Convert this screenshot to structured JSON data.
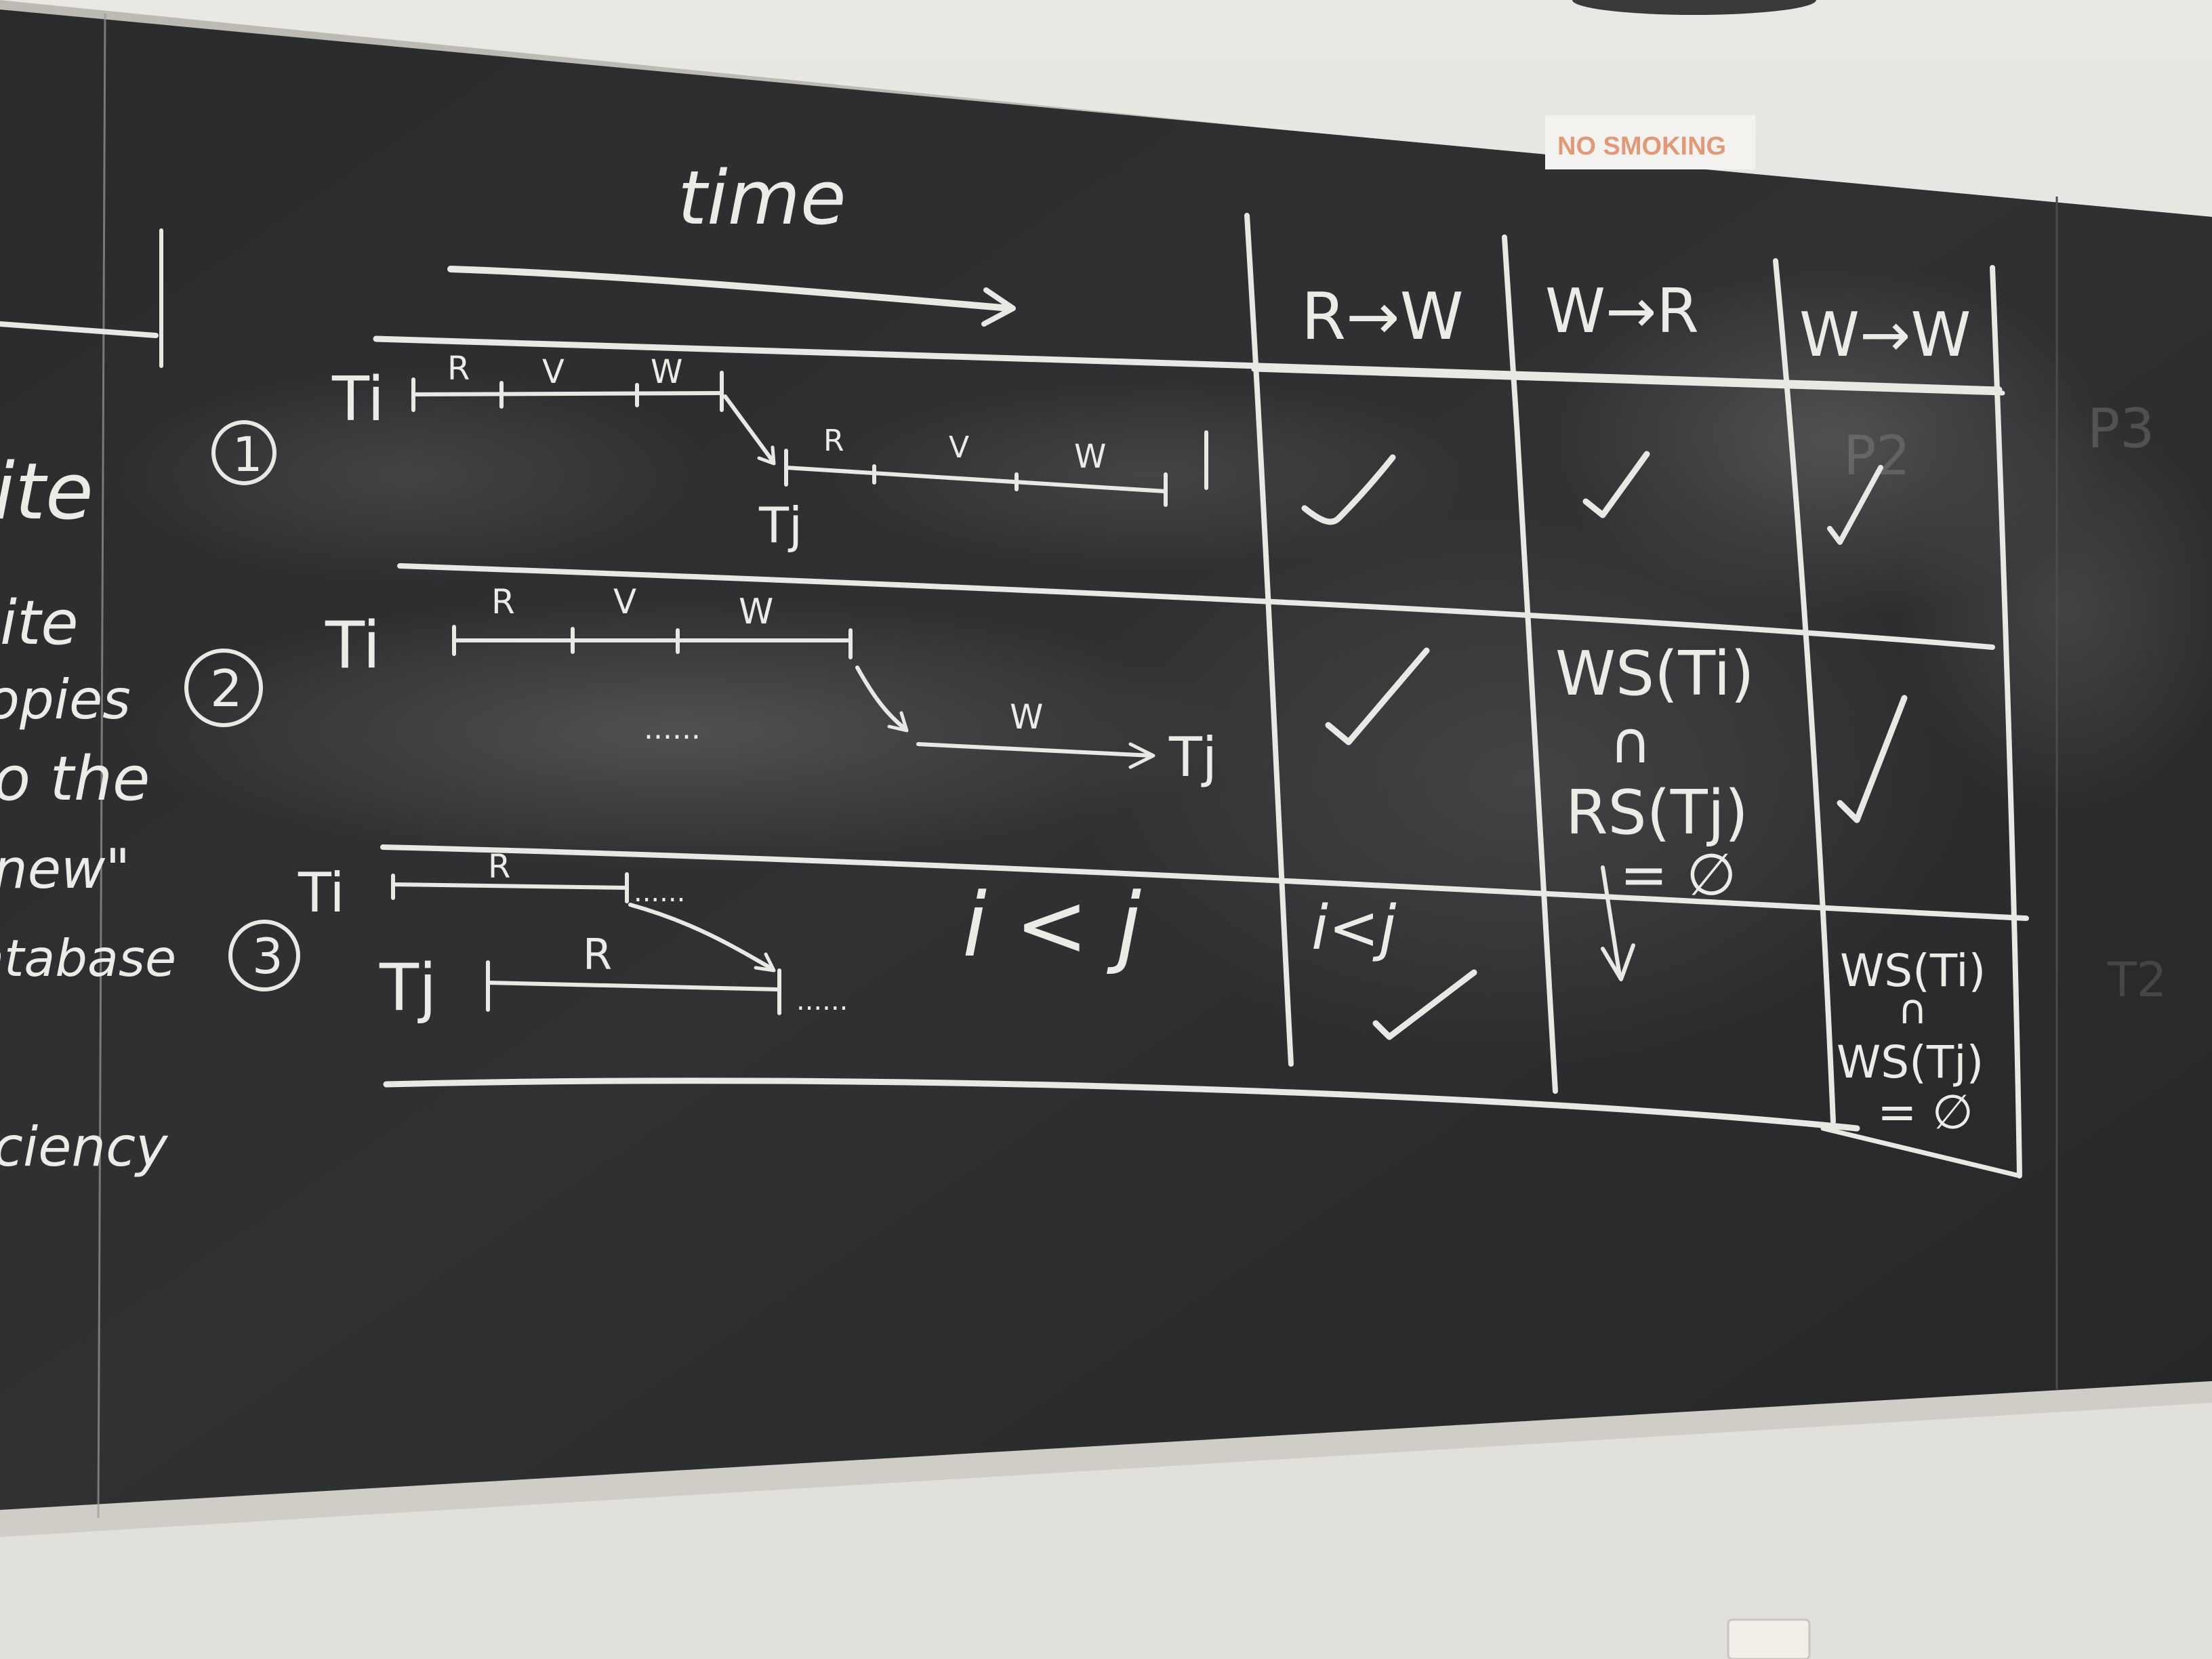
{
  "sign": {
    "text": "NO SMOKING"
  },
  "board": {
    "time_label": "time",
    "left_edge_fragments": [
      "ite",
      "ite",
      "opies",
      "o the",
      "new\"",
      "atabase",
      "ciency"
    ],
    "scenario_numbers": [
      "1",
      "2",
      "3"
    ],
    "timeline_labels": {
      "ti": "Ti",
      "tj": "Tj",
      "r": "R",
      "v": "V",
      "w": "W",
      "dots": "......",
      "i_less_j": "i < j"
    },
    "table": {
      "headers": [
        "R→W",
        "W→R",
        "W→W"
      ],
      "check": "✓",
      "row2_wr": [
        "WS(Ti)",
        "∩",
        "RS(Tj)",
        "= ∅"
      ],
      "row3_rw": "i<j",
      "row3_ww": [
        "WS(Ti)",
        "∩",
        "WS(Tj)",
        "= ∅"
      ]
    },
    "erased_ghosts": [
      "P3",
      "P2",
      "T2"
    ]
  }
}
